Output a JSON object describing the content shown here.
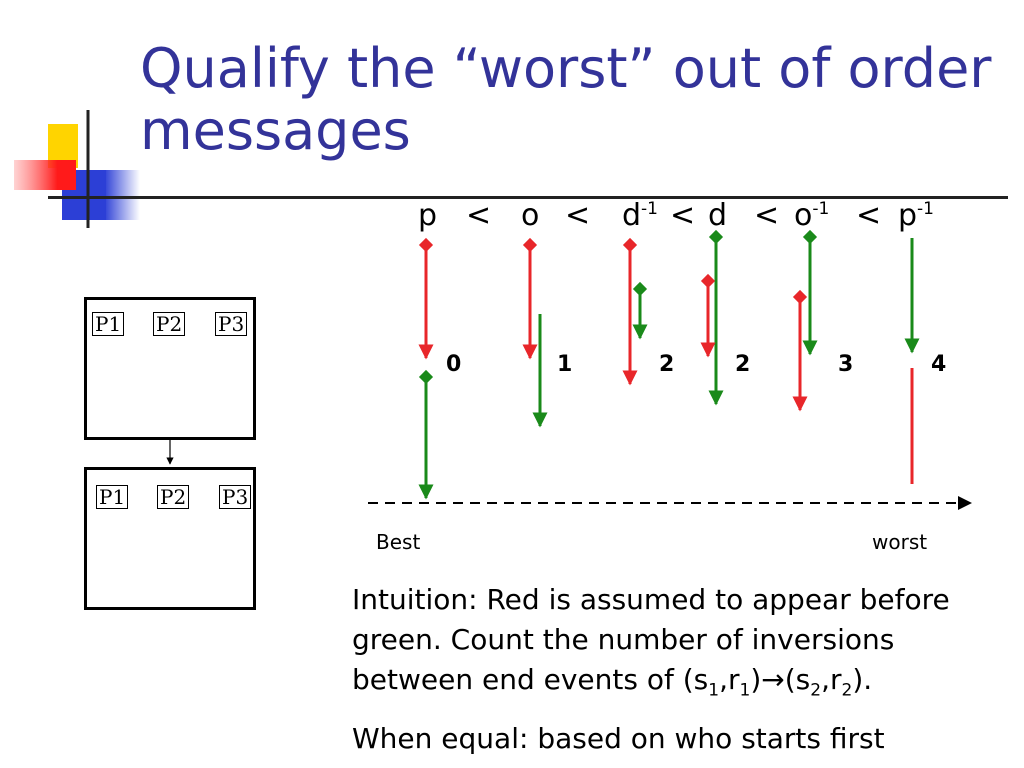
{
  "title": "Qualify the “worst” out of order messages",
  "sequence": {
    "p": "p",
    "o": "o",
    "d": "d",
    "lt": "<",
    "inv": "-1"
  },
  "counts": [
    "0",
    "1",
    "2",
    "2",
    "3",
    "4"
  ],
  "axis": {
    "best": "Best",
    "worst": "worst"
  },
  "intuition": {
    "line1": "Intuition: Red is assumed to appear before",
    "line2": "green. Count the number of inversions",
    "line3_pre": "between end events of (s",
    "sub1": "1",
    "comma": ",r",
    "line3_mid": ")",
    "arrow": "→",
    "line3_s2": "(s",
    "sub2": "2",
    "line3_end": ")."
  },
  "when_equal": "When equal: based on who starts first",
  "process_labels": {
    "p1": "P1",
    "p2": "P2",
    "p3": "P3"
  },
  "colors": {
    "title": "#333399",
    "red": "#e8262a",
    "green": "#1a8a1a"
  }
}
